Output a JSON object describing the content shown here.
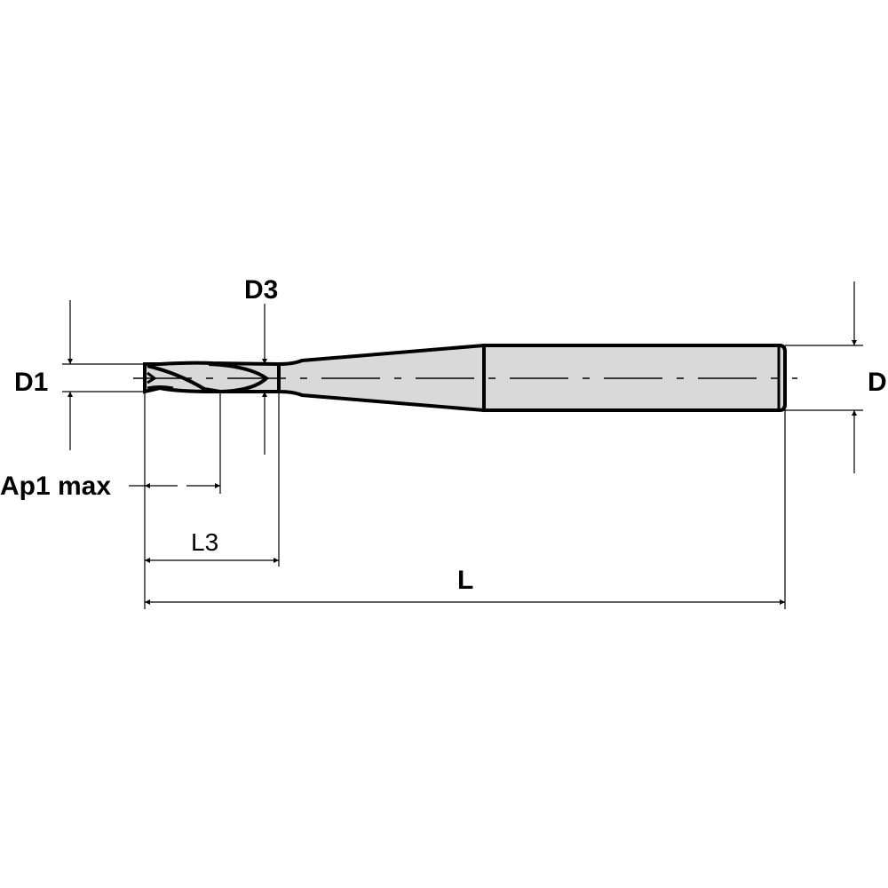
{
  "diagram": {
    "type": "technical-drawing",
    "subject": "2-flute end mill",
    "colors": {
      "tool_fill": "#d9d9d9",
      "outline": "#000000",
      "background": "#ffffff"
    },
    "labels": {
      "d1": "D1",
      "d3": "D3",
      "d": "D",
      "ap1max": "Ap1 max",
      "l3": "L3",
      "l": "L"
    }
  }
}
